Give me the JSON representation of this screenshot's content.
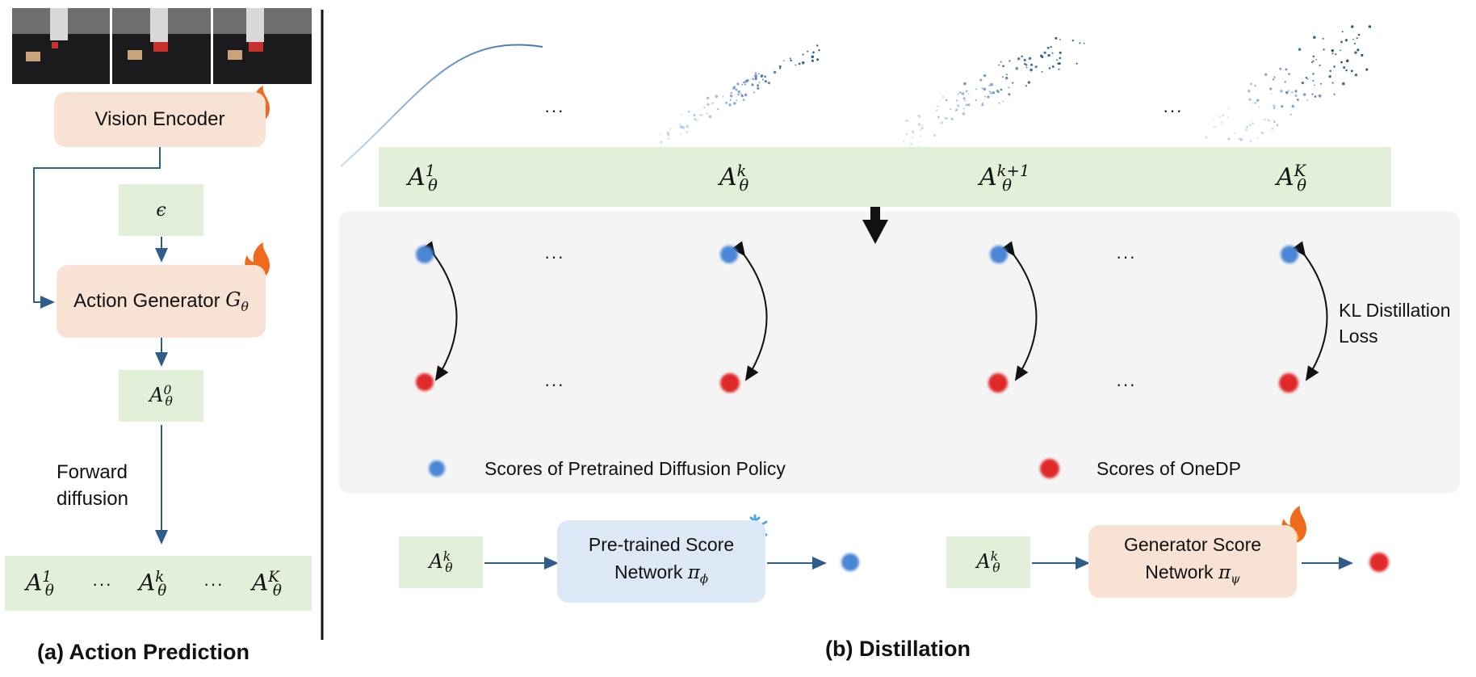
{
  "colors": {
    "arrow": "#2f5d87",
    "green_box": "#e2f0d9",
    "peach_box": "#f8e2d4",
    "blue_box": "#dde8f6",
    "score_blue": "#4a86d6",
    "score_red": "#e02a2a",
    "flame": "#f06a1e",
    "snowflake": "#49a6e8"
  },
  "panel_a": {
    "vision_encoder": "Vision Encoder",
    "noise": "ϵ",
    "action_generator": "Action Generator",
    "generator_symbol": "G",
    "generator_sub": "θ",
    "a0_base": "A",
    "a0_sub": "θ",
    "a0_sup": "0",
    "forward_diffusion_line1": "Forward",
    "forward_diffusion_line2": "diffusion",
    "sequence": {
      "base": "A",
      "sub": "θ",
      "items": [
        "1",
        "k",
        "K"
      ],
      "ellipsis": "···"
    },
    "caption": "(a) Action Prediction"
  },
  "panel_b": {
    "top_row": {
      "base": "A",
      "sub": "θ",
      "items": [
        "1",
        "k",
        "k+1",
        "K"
      ],
      "ellipsis": "···"
    },
    "ellipsis": "···",
    "kl_loss_line1": "KL Distillation",
    "kl_loss_line2": "Loss",
    "legend_blue": "Scores of Pretrained Diffusion Policy",
    "legend_red": "Scores of OneDP",
    "pretrained_net_line1": "Pre-trained Score",
    "pretrained_net_line2": "Network",
    "pretrained_symbol": "π",
    "pretrained_sub": "ϕ",
    "generator_net_line1": "Generator Score",
    "generator_net_line2": "Network",
    "generator_symbol": "π",
    "generator_sub": "ψ",
    "input_base": "A",
    "input_sub": "θ",
    "input_sup": "k",
    "caption": "(b) Distillation"
  },
  "icons": [
    "robot-frame-image",
    "flame-icon",
    "snowflake-icon",
    "down-arrow-icon"
  ]
}
